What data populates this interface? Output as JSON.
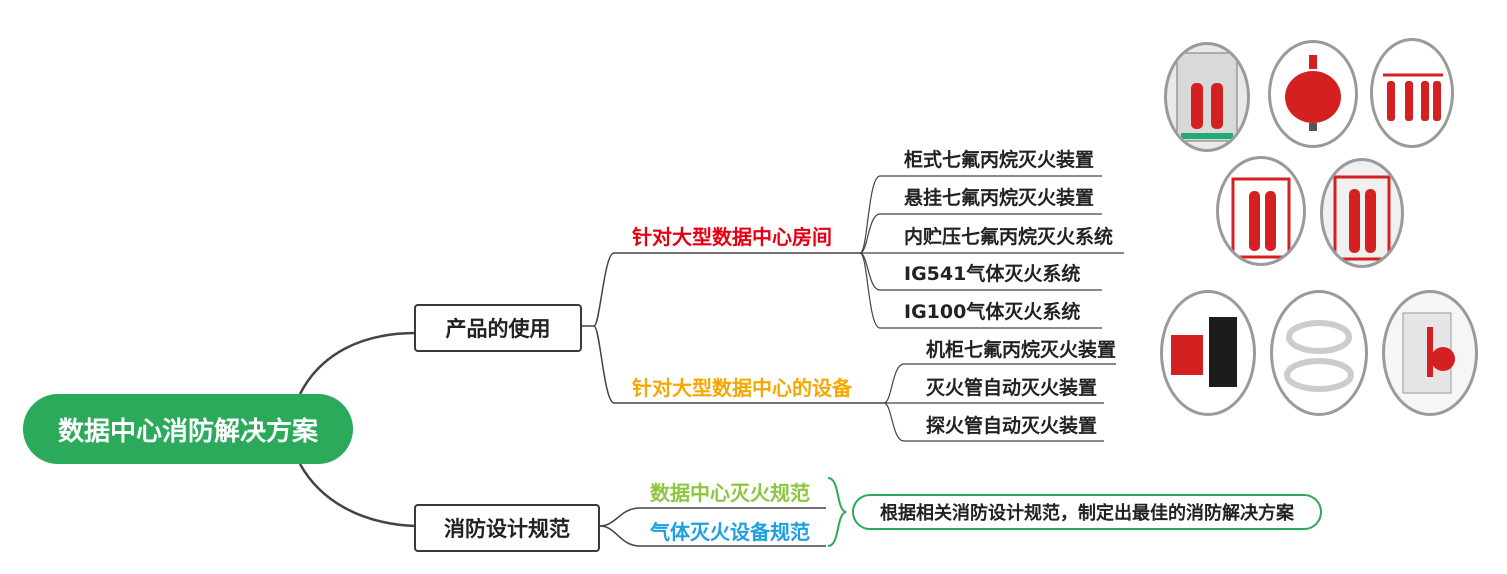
{
  "root": {
    "label": "数据中心消防解决方案"
  },
  "branches": {
    "product_use": {
      "label": "产品的使用"
    },
    "design_spec": {
      "label": "消防设计规范"
    }
  },
  "large_room": {
    "label": "针对大型数据中心房间",
    "color": "#e60012",
    "items": [
      "柜式七氟丙烷灭火装置",
      "悬挂七氟丙烷灭火装置",
      "内贮压七氟丙烷灭火系统",
      "IG541气体灭火系统",
      "IG100气体灭火系统"
    ]
  },
  "large_equip": {
    "label": "针对大型数据中心的设备",
    "color": "#f5a800",
    "items": [
      "机柜七氟丙烷灭火装置",
      "灭火管自动灭火装置",
      "探火管自动灭火装置"
    ]
  },
  "specs": {
    "dc_spec": {
      "label": "数据中心灭火规范",
      "color": "#8cc63f"
    },
    "gas_spec": {
      "label": "气体灭火设备规范",
      "color": "#1ea0e0"
    },
    "note": "根据相关消防设计规范，制定出最佳的消防解决方案"
  },
  "colors": {
    "root": "#2aaa5a",
    "line": "#444444",
    "cylinder": "#d42020"
  }
}
